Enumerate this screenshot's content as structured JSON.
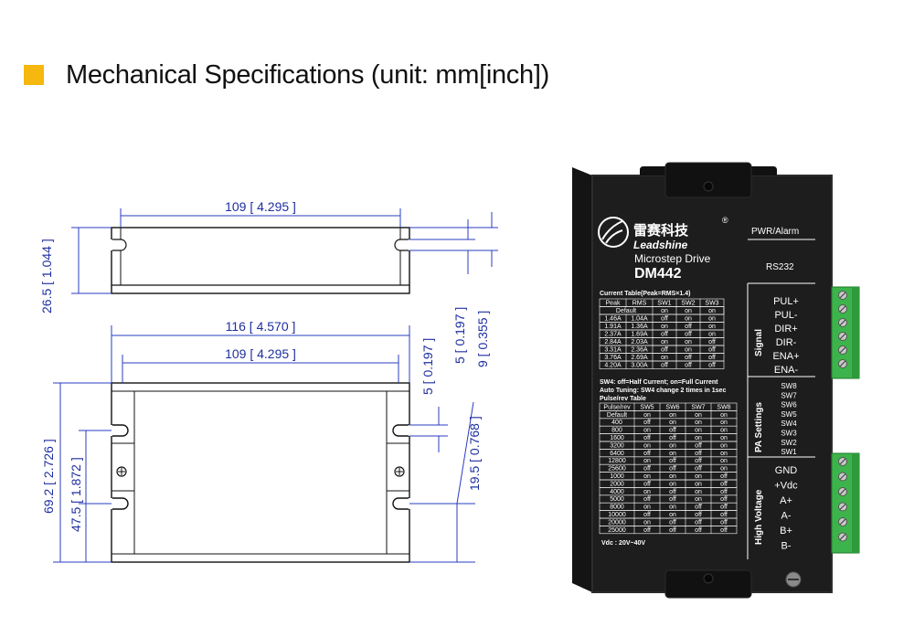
{
  "header": {
    "title": "Mechanical Specifications (unit: mm[inch])",
    "bullet_color": "#f6b70f"
  },
  "drawing": {
    "top_view": {
      "width_dim": "109 [ 4.295 ]",
      "height_dim": "26.5 [ 1.044 ]",
      "slot_dim_a": "5 [ 0.197 ]",
      "slot_dim_b": "9 [ 0.355 ]"
    },
    "front_view": {
      "overall_width_dim": "116 [ 4.570 ]",
      "inner_width_dim": "109 [ 4.295 ]",
      "slot_dim": "5 [ 0.197 ]",
      "height_dim": "69.2 [ 2.726 ]",
      "hole_height_dim": "47.5 [ 1.872 ]",
      "hole_offset_dim": "19.5 [ 0.768 ]"
    },
    "dimension_color": "#1e2fa0"
  },
  "product": {
    "brand_cn": "雷赛科技",
    "brand_en": "Leadshine",
    "registered": "®",
    "subtitle": "Microstep Drive",
    "model": "DM442",
    "pwr_alarm": "PWR/Alarm",
    "rs232": "RS232",
    "current_table": {
      "title": "Current Table(Peak=RMS×1.4)",
      "headers": [
        "Peak",
        "RMS",
        "SW1",
        "SW2",
        "SW3"
      ],
      "default_row": "Default",
      "default_vals": [
        "on",
        "on",
        "on"
      ],
      "rows": [
        [
          "1.46A",
          "1.04A",
          "off",
          "on",
          "on"
        ],
        [
          "1.91A",
          "1.36A",
          "on",
          "off",
          "on"
        ],
        [
          "2.37A",
          "1.69A",
          "off",
          "off",
          "on"
        ],
        [
          "2.84A",
          "2.03A",
          "on",
          "on",
          "off"
        ],
        [
          "3.31A",
          "2.36A",
          "off",
          "on",
          "off"
        ],
        [
          "3.76A",
          "2.69A",
          "on",
          "off",
          "off"
        ],
        [
          "4.20A",
          "3.00A",
          "off",
          "off",
          "off"
        ]
      ]
    },
    "note1": "SW4: off=Half Current; on=Full Current",
    "note2": "Auto Tuning: SW4 change 2 times in 1sec",
    "pulse_table": {
      "title": "Pulse/rev Table",
      "headers": [
        "Pulse/rev",
        "SW5",
        "SW6",
        "SW7",
        "SW8"
      ],
      "rows": [
        [
          "Default",
          "on",
          "on",
          "on",
          "on"
        ],
        [
          "400",
          "off",
          "on",
          "on",
          "on"
        ],
        [
          "800",
          "on",
          "off",
          "on",
          "on"
        ],
        [
          "1600",
          "off",
          "off",
          "on",
          "on"
        ],
        [
          "3200",
          "on",
          "on",
          "off",
          "on"
        ],
        [
          "6400",
          "off",
          "on",
          "off",
          "on"
        ],
        [
          "12800",
          "on",
          "off",
          "off",
          "on"
        ],
        [
          "25600",
          "off",
          "off",
          "off",
          "on"
        ],
        [
          "1000",
          "on",
          "on",
          "on",
          "off"
        ],
        [
          "2000",
          "off",
          "on",
          "on",
          "off"
        ],
        [
          "4000",
          "on",
          "off",
          "on",
          "off"
        ],
        [
          "5000",
          "off",
          "off",
          "on",
          "off"
        ],
        [
          "8000",
          "on",
          "on",
          "off",
          "off"
        ],
        [
          "10000",
          "off",
          "on",
          "off",
          "off"
        ],
        [
          "20000",
          "on",
          "off",
          "off",
          "off"
        ],
        [
          "25000",
          "off",
          "off",
          "off",
          "off"
        ]
      ]
    },
    "vdc": "Vdc : 20V~40V",
    "signal_label": "Signal",
    "signal_pins": [
      "PUL+",
      "PUL-",
      "DIR+",
      "DIR-",
      "ENA+",
      "ENA-"
    ],
    "pa_label": "PA Settings",
    "switches": [
      "SW8",
      "SW7",
      "SW6",
      "SW5",
      "SW4",
      "SW3",
      "SW2",
      "SW1"
    ],
    "hv_label": "High Voltage",
    "hv_pins": [
      "GND",
      "+Vdc",
      "A+",
      "A-",
      "B+",
      "B-"
    ],
    "connector_color": "#3cb44b"
  }
}
